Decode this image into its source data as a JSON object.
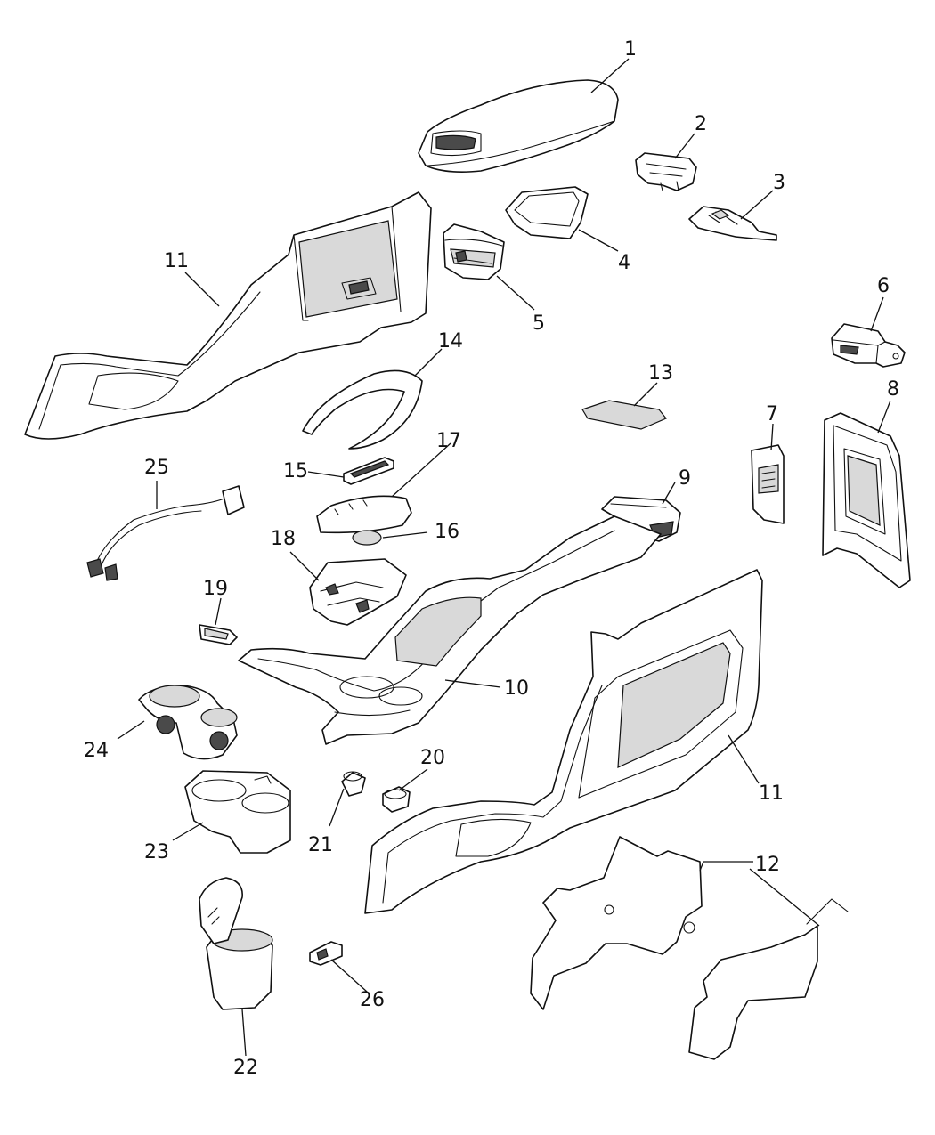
{
  "callouts": [
    {
      "id": "1",
      "text": "1"
    },
    {
      "id": "2",
      "text": "2"
    },
    {
      "id": "3",
      "text": "3"
    },
    {
      "id": "4",
      "text": "4"
    },
    {
      "id": "5",
      "text": "5"
    },
    {
      "id": "6",
      "text": "6"
    },
    {
      "id": "7",
      "text": "7"
    },
    {
      "id": "8",
      "text": "8"
    },
    {
      "id": "9",
      "text": "9"
    },
    {
      "id": "10",
      "text": "10"
    },
    {
      "id": "11a",
      "text": "11"
    },
    {
      "id": "11b",
      "text": "11"
    },
    {
      "id": "12",
      "text": "12"
    },
    {
      "id": "13",
      "text": "13"
    },
    {
      "id": "14",
      "text": "14"
    },
    {
      "id": "15",
      "text": "15"
    },
    {
      "id": "16",
      "text": "16"
    },
    {
      "id": "17",
      "text": "17"
    },
    {
      "id": "18",
      "text": "18"
    },
    {
      "id": "19",
      "text": "19"
    },
    {
      "id": "20",
      "text": "20"
    },
    {
      "id": "21",
      "text": "21"
    },
    {
      "id": "22",
      "text": "22"
    },
    {
      "id": "23",
      "text": "23"
    },
    {
      "id": "24",
      "text": "24"
    },
    {
      "id": "25",
      "text": "25"
    },
    {
      "id": "26",
      "text": "26"
    }
  ]
}
